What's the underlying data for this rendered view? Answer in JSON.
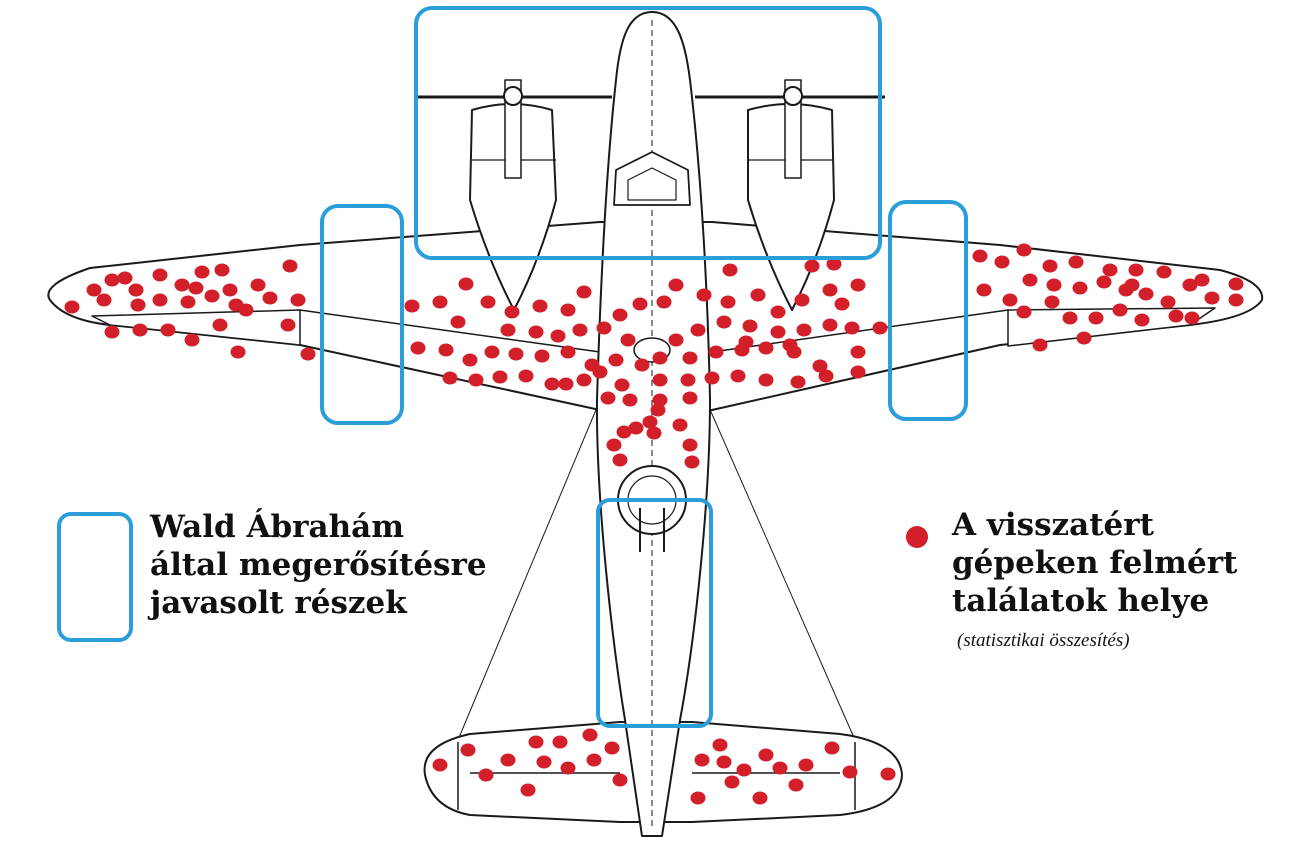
{
  "colors": {
    "highlight": "#2b9ed9",
    "hit": "#d31f2a",
    "line": "#1a1a1a",
    "background": "#ffffff"
  },
  "legend": {
    "highlight": {
      "icon": "blue-rounded-box",
      "lines": [
        "Wald Ábrahám",
        "által megerősítésre",
        "javasolt részek"
      ]
    },
    "hits": {
      "icon": "red-dot",
      "lines": [
        "A visszatért",
        "gépeken felmért",
        "találatok helye"
      ],
      "note": "(statisztikai összesítés)"
    }
  },
  "highlighted_regions": [
    "engines-and-cockpit",
    "left-mid-wing",
    "right-mid-wing",
    "rear-fuselage"
  ],
  "hit_clusters": [
    "left-wing",
    "right-wing",
    "central-fuselage",
    "left-tailplane",
    "right-tailplane"
  ]
}
